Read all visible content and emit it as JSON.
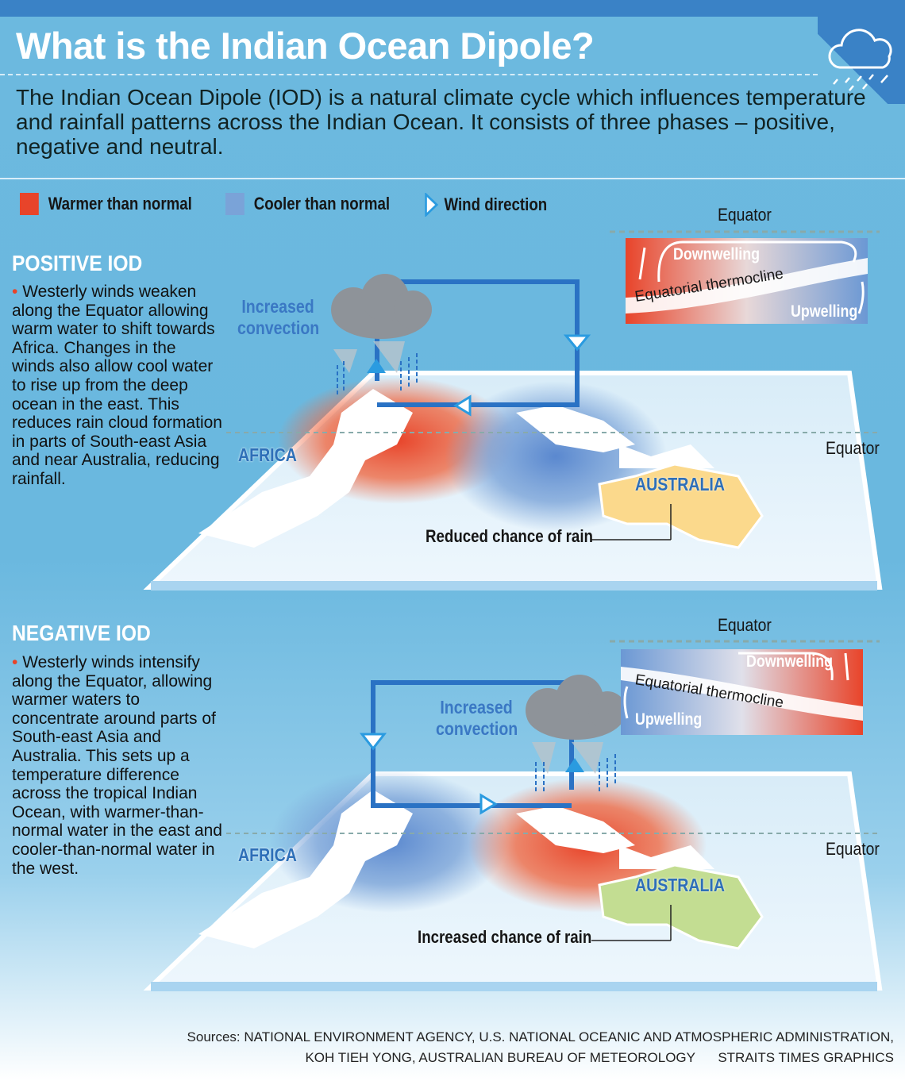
{
  "title": "What is the Indian Ocean Dipole?",
  "intro": "The Indian Ocean Dipole (IOD) is a natural climate cycle which influences temperature and rainfall patterns across the Indian Ocean. It consists of three phases – positive, negative and neutral.",
  "legend": [
    {
      "label": "Warmer than normal",
      "color": "#e8442a"
    },
    {
      "label": "Cooler than normal",
      "color": "#7aa3d8"
    },
    {
      "label": "Wind direction",
      "color": "#2a9be0"
    }
  ],
  "positive": {
    "heading": "POSITIVE IOD",
    "bullet": "•",
    "text": "Westerly winds weaken along the Equator allowing warm water to shift towards Africa. Changes in the winds also allow cool water to rise up from the deep ocean in the east. This reduces rain cloud formation in parts of South-east Asia and near Australia, reducing rainfall.",
    "convection": "Increased convection",
    "africa": "AFRICA",
    "australia": "AUSTRALIA",
    "equator_top": "Equator",
    "equator_map": "Equator",
    "rain": "Reduced chance of rain",
    "downwelling": "Downwelling",
    "upwelling": "Upwelling",
    "thermocline": "Equatorial thermocline"
  },
  "negative": {
    "heading": "NEGATIVE IOD",
    "bullet": "•",
    "text": "Westerly winds intensify along the Equator, allowing warmer waters to concentrate around parts of South-east Asia and Australia. This sets up a temperature difference across the tropical Indian Ocean, with warmer-than-normal water in the east and cooler-than-normal water in the west.",
    "convection": "Increased convection",
    "africa": "AFRICA",
    "australia": "AUSTRALIA",
    "equator_top": "Equator",
    "equator_map": "Equator",
    "rain": "Increased chance of rain",
    "downwelling": "Downwelling",
    "upwelling": "Upwelling",
    "thermocline": "Equatorial thermocline"
  },
  "sources": {
    "line1": "Sources: NATIONAL ENVIRONMENT AGENCY, U.S. NATIONAL OCEANIC AND ATMOSPHERIC ADMINISTRATION,",
    "line2": "KOH TIEH YONG, AUSTRALIAN BUREAU OF METEOROLOGY",
    "credit": "STRAITS TIMES GRAPHICS"
  },
  "colors": {
    "warm": "#e8442a",
    "cool": "#7aa3d8",
    "dry": "#fbd98c",
    "wet": "#c3dd92",
    "wind": "#2a9be0"
  }
}
